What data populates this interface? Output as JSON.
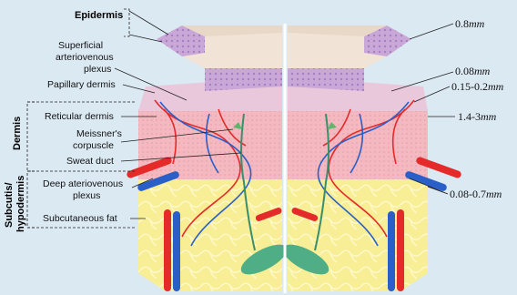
{
  "figure": {
    "background_color": "#dbe9f3",
    "colors": {
      "epidermis": "#c9a8d8",
      "papillary_dermis": "#e9c8dc",
      "reticular_dermis": "#f3b8c0",
      "subcutaneous_fat": "#f7ee95",
      "artery": "#e52a2a",
      "vein": "#2a5fc8",
      "gland": "#4fae86"
    }
  },
  "labels": {
    "epidermis": "Epidermis",
    "superficial_plexus": [
      "Superficial",
      "arteriovenous",
      "plexus"
    ],
    "papillary_dermis": "Papillary dermis",
    "reticular_dermis": "Reticular dermis",
    "meissner": [
      "Meissner's",
      "corpuscle"
    ],
    "sweat_duct": "Sweat duct",
    "deep_plexus": [
      "Deep ateriovenous",
      "plexus"
    ],
    "subcutaneous_fat": "Subcutaneous fat"
  },
  "side_labels": {
    "dermis": "Dermis",
    "subcutis": [
      "Subcutis/",
      "hypodermis"
    ]
  },
  "measurements": [
    {
      "value": "0.8",
      "unit": "mm"
    },
    {
      "value": "0.08",
      "unit": "mm"
    },
    {
      "value": "0.15-0.2",
      "unit": "mm"
    },
    {
      "value": "1.4-3",
      "unit": "mm"
    },
    {
      "value": "0.08-0.7",
      "unit": "mm"
    }
  ]
}
